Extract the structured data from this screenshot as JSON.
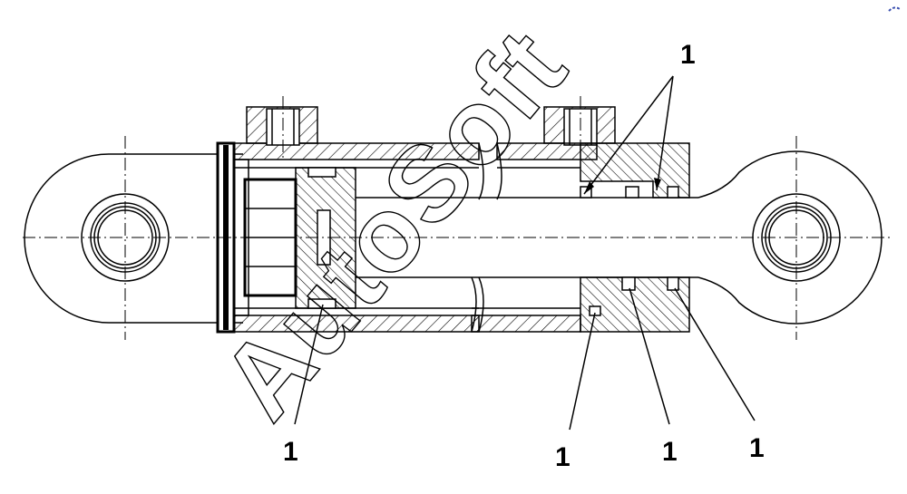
{
  "callouts": {
    "top_right": "1",
    "bottom_piston": "1",
    "bottom_rod_left": "1",
    "bottom_rod_mid": "1",
    "bottom_rod_right": "1"
  },
  "watermark": {
    "text": "AutoSoft"
  },
  "colors": {
    "line": "#000000",
    "background": "#ffffff",
    "corner_mark": "#3a4fb0"
  }
}
